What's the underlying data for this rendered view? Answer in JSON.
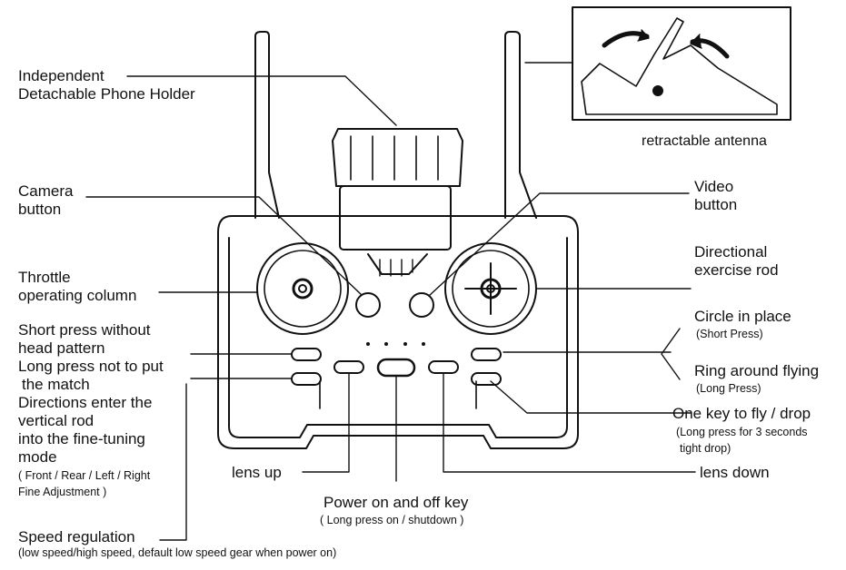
{
  "labels": {
    "phone_holder_1": "Independent",
    "phone_holder_2": "Detachable Phone Holder",
    "camera_1": "Camera",
    "camera_2": "button",
    "throttle_1": "Throttle",
    "throttle_2": "operating column",
    "short_press_1": "Short press without",
    "short_press_2": "head pattern",
    "long_press_1": "Long press not to put",
    "long_press_2": "the match",
    "directions_1": "Directions enter the",
    "directions_2": "vertical rod",
    "directions_3": "into the fine-tuning",
    "directions_4": "mode",
    "directions_note_1": "( Front / Rear / Left / Right",
    "directions_note_2": "Fine Adjustment )",
    "lens_up": "lens up",
    "power": "Power on and off key",
    "power_note": "( Long press on / shutdown )",
    "speed": "Speed regulation",
    "speed_note": "(low speed/high speed, default low speed gear when power on)",
    "antenna": "retractable antenna",
    "video_1": "Video",
    "video_2": "button",
    "directional_1": "Directional",
    "directional_2": "exercise rod",
    "circle": "Circle in place",
    "circle_note": "(Short Press)",
    "ring": "Ring around flying",
    "ring_note": "(Long Press)",
    "fly_drop": "One key to fly / drop",
    "fly_drop_note_1": "(Long press for 3 seconds",
    "fly_drop_note_2": "tight drop)",
    "lens_down": "lens down"
  },
  "colors": {
    "line": "#111111",
    "background": "#ffffff"
  }
}
